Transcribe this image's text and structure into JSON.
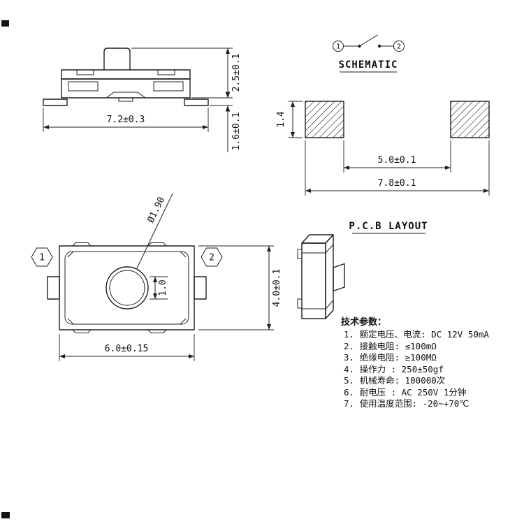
{
  "drawing": {
    "bg_color": "#ffffff",
    "line_color": "#1f1f1f"
  },
  "side_view": {
    "dim_width": "7.2±0.3",
    "dim_total_height": "2.5±0.1",
    "dim_body_height": "1.6±0.1"
  },
  "schematic": {
    "title": "SCHEMATIC",
    "terminal_1": "1",
    "terminal_2": "2"
  },
  "pcb_layout": {
    "title": "P.C.B LAYOUT",
    "dim_pad_width": "1.4",
    "dim_pad_spacing": "5.0±0.1",
    "dim_overall": "7.8±0.1"
  },
  "top_view": {
    "terminal_1": "1",
    "terminal_2": "2",
    "dim_button_dia": "Ø1.90",
    "dim_lead_width": "1.0",
    "dim_body_height": "4.0±0.1",
    "dim_body_width": "6.0±0.15"
  },
  "specs": {
    "title": "技术参数：",
    "items": [
      "1. 额定电压、电流: DC 12V 50mA",
      "2. 接触电阻: ≤100mΩ",
      "3. 绝缘电阻: ≥100MΩ",
      "4. 操作力 : 250±50gf",
      "5. 机械寿命: 100000次",
      "6. 耐电压 : AC 250V 1分钟",
      "7. 使用温度范围: -20~+70℃"
    ]
  }
}
